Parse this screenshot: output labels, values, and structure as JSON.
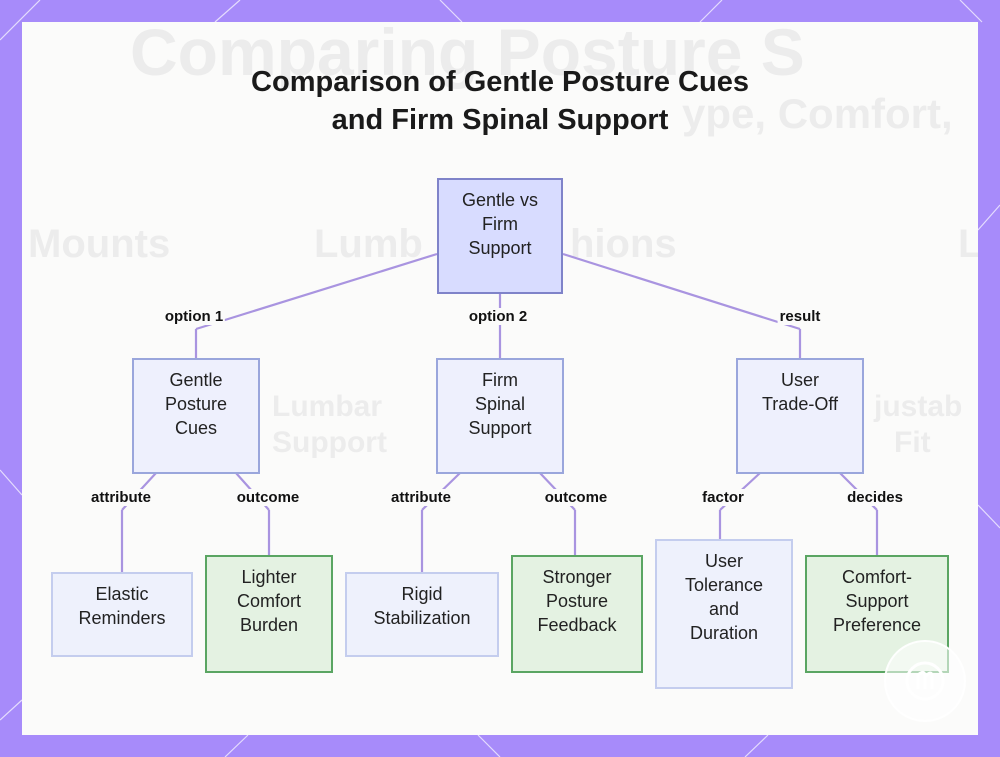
{
  "title_lines": [
    "Comparison of Gentle Posture Cues",
    "and Firm Spinal Support"
  ],
  "background_ghost_text": {
    "heading": "Comparing Posture S",
    "subheading": "ype, Comfort,",
    "col1": "Mounts",
    "col2": "Lumb",
    "col3": "hions",
    "col4": "L",
    "cell1": "Lumbar",
    "cell2": "Support",
    "cell3": "justab",
    "cell4": "Fit"
  },
  "nodes": {
    "root": [
      "Gentle vs",
      "Firm",
      "Support"
    ],
    "gentle": [
      "Gentle",
      "Posture",
      "Cues"
    ],
    "firm": [
      "Firm",
      "Spinal",
      "Support"
    ],
    "tradeoff": [
      "User",
      "Trade-Off"
    ],
    "elastic": [
      "Elastic",
      "Reminders"
    ],
    "lighter": [
      "Lighter",
      "Comfort",
      "Burden"
    ],
    "rigid": [
      "Rigid",
      "Stabilization"
    ],
    "stronger": [
      "Stronger",
      "Posture",
      "Feedback"
    ],
    "tolerance": [
      "User",
      "Tolerance",
      "and",
      "Duration"
    ],
    "preference": [
      "Comfort-",
      "Support",
      "Preference"
    ]
  },
  "edge_labels": {
    "option1": "option 1",
    "option2": "option 2",
    "result": "result",
    "attr1": "attribute",
    "outcome1": "outcome",
    "attr2": "attribute",
    "outcome2": "outcome",
    "factor": "factor",
    "decides": "decides"
  },
  "colors": {
    "edge": "#a994e0",
    "frame": "#a78bfa",
    "root_fill": "#d8dcff",
    "green_fill": "#e4f2e2",
    "green_border": "#5aa562"
  },
  "icons": {
    "badge": "logo-badge-icon"
  }
}
